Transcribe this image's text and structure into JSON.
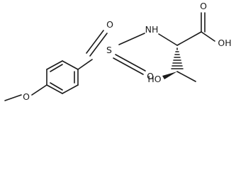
{
  "structure": {
    "atoms": {
      "methoxy_o": "O",
      "sulfonyl_o_left": "O",
      "sulfur": "S",
      "sulfonyl_o_bottom": "O",
      "amine_nh": "NH",
      "carbonyl_o": "O",
      "acid_oh": "OH",
      "hydroxyl_ho": "HO"
    }
  }
}
